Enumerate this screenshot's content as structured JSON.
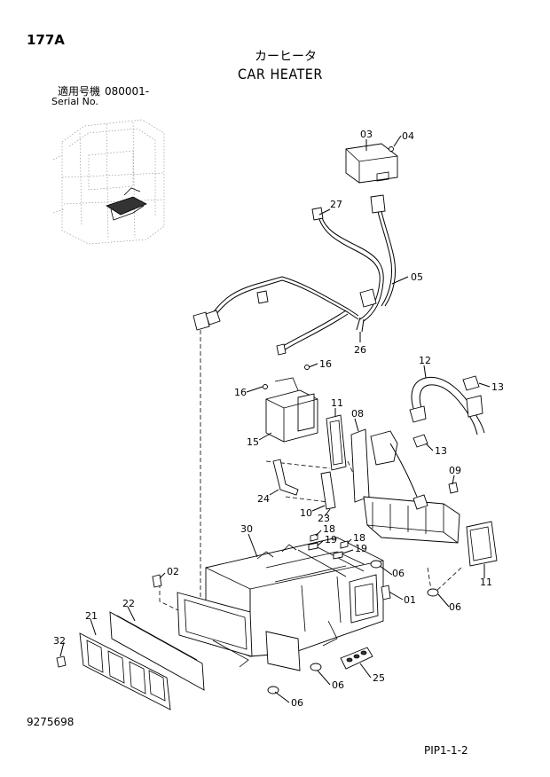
{
  "header": {
    "page_number": "177A",
    "title_jp": "カーヒータ",
    "title_en": "CAR HEATER",
    "serial_label_jp": "適用号機",
    "serial_value": "080001-",
    "serial_label_en": "Serial No."
  },
  "footer": {
    "document_number": "9275698",
    "page_code": "PIP1-1-2"
  },
  "part_callouts": [
    {
      "id": "c03",
      "label": "03"
    },
    {
      "id": "c04",
      "label": "04"
    },
    {
      "id": "c27",
      "label": "27"
    },
    {
      "id": "c05",
      "label": "05"
    },
    {
      "id": "c26",
      "label": "26"
    },
    {
      "id": "c16a",
      "label": "16"
    },
    {
      "id": "c16b",
      "label": "16"
    },
    {
      "id": "c12",
      "label": "12"
    },
    {
      "id": "c13a",
      "label": "13"
    },
    {
      "id": "c11a",
      "label": "11"
    },
    {
      "id": "c08",
      "label": "08"
    },
    {
      "id": "c13b",
      "label": "13"
    },
    {
      "id": "c15",
      "label": "15"
    },
    {
      "id": "c09",
      "label": "09"
    },
    {
      "id": "c24",
      "label": "24"
    },
    {
      "id": "c10",
      "label": "10"
    },
    {
      "id": "c23",
      "label": "23"
    },
    {
      "id": "c30",
      "label": "30"
    },
    {
      "id": "c18a",
      "label": "18"
    },
    {
      "id": "c19a",
      "label": "19"
    },
    {
      "id": "c18b",
      "label": "18"
    },
    {
      "id": "c19b",
      "label": "19"
    },
    {
      "id": "c11b",
      "label": "11"
    },
    {
      "id": "c02",
      "label": "02"
    },
    {
      "id": "c06a",
      "label": "06"
    },
    {
      "id": "c01",
      "label": "01"
    },
    {
      "id": "c22",
      "label": "22"
    },
    {
      "id": "c06b",
      "label": "06"
    },
    {
      "id": "c21",
      "label": "21"
    },
    {
      "id": "c32",
      "label": "32"
    },
    {
      "id": "c25",
      "label": "25"
    },
    {
      "id": "c06c",
      "label": "06"
    },
    {
      "id": "c06d",
      "label": "06"
    }
  ]
}
